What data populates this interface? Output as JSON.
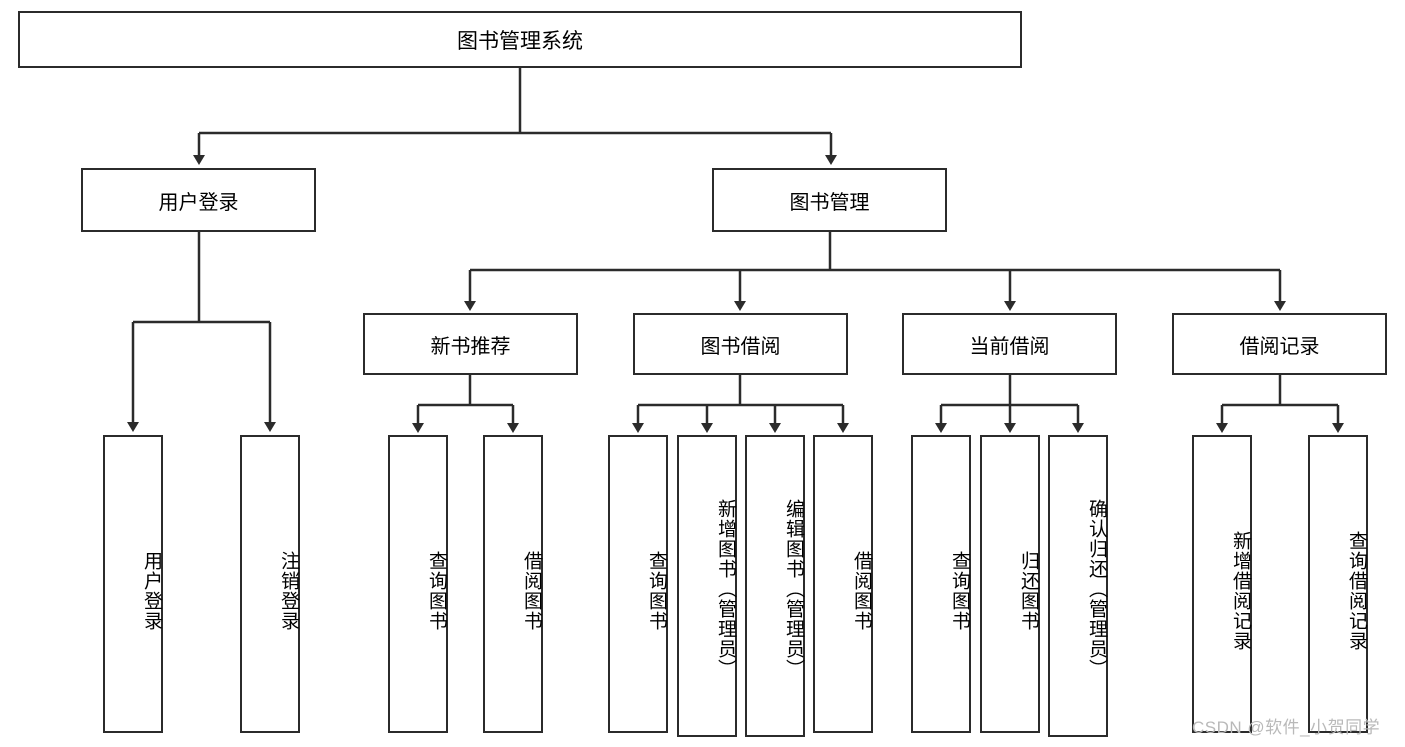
{
  "diagram": {
    "title": "图书管理系统",
    "type": "hierarchy-tree",
    "root": {
      "label": "图书管理系统"
    },
    "level1": [
      {
        "label": "用户登录"
      },
      {
        "label": "图书管理"
      }
    ],
    "level2": [
      {
        "label": "新书推荐"
      },
      {
        "label": "图书借阅"
      },
      {
        "label": "当前借阅"
      },
      {
        "label": "借阅记录"
      }
    ],
    "leaves": {
      "user_login": [
        {
          "label": "用户登录"
        },
        {
          "label": "注销登录"
        }
      ],
      "new_book_recommend": [
        {
          "label": "查询图书"
        },
        {
          "label": "借阅图书"
        }
      ],
      "book_borrow": [
        {
          "label": "查询图书"
        },
        {
          "label": "新增图书（管理员）"
        },
        {
          "label": "编辑图书（管理员）"
        },
        {
          "label": "借阅图书"
        }
      ],
      "current_borrow": [
        {
          "label": "查询图书"
        },
        {
          "label": "归还图书"
        },
        {
          "label": "确认归还（管理员）"
        }
      ],
      "borrow_record": [
        {
          "label": "新增借阅记录"
        },
        {
          "label": "查询借阅记录"
        }
      ]
    }
  },
  "watermark": {
    "text": "CSDN @软件_小贺同学"
  },
  "colors": {
    "border": "#2b2b2b",
    "background": "#ffffff",
    "text": "#000000",
    "watermark": "#b9b9b9"
  }
}
